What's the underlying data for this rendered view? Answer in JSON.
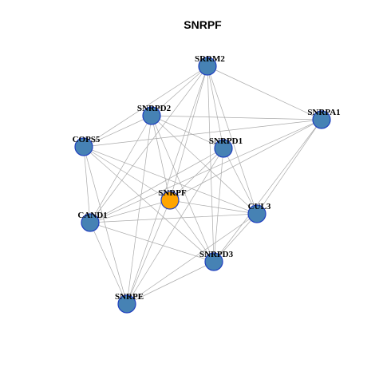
{
  "title": "SNRPF",
  "colors": {
    "node_default": "#4682b4",
    "node_highlight": "#ffa500",
    "node_border": "#1f3fbf",
    "edge": "#aaaaaa"
  },
  "nodes": [
    {
      "id": "SRRM2",
      "label": "SRRM2",
      "highlight": false
    },
    {
      "id": "SNRPD2",
      "label": "SNRPD2",
      "highlight": false
    },
    {
      "id": "SNRPA1",
      "label": "SNRPA1",
      "highlight": false
    },
    {
      "id": "COPS5",
      "label": "COPS5",
      "highlight": false
    },
    {
      "id": "SNRPD1",
      "label": "SNRPD1",
      "highlight": false
    },
    {
      "id": "SNRPF",
      "label": "SNRPF",
      "highlight": true
    },
    {
      "id": "CUL3",
      "label": "CUL3",
      "highlight": false
    },
    {
      "id": "CAND1",
      "label": "CAND1",
      "highlight": false
    },
    {
      "id": "SNRPD3",
      "label": "SNRPD3",
      "highlight": false
    },
    {
      "id": "SNRPE",
      "label": "SNRPE",
      "highlight": false
    }
  ],
  "edges": [
    [
      "SRRM2",
      "SNRPD2"
    ],
    [
      "SRRM2",
      "SNRPA1"
    ],
    [
      "SRRM2",
      "COPS5"
    ],
    [
      "SRRM2",
      "SNRPD1"
    ],
    [
      "SRRM2",
      "SNRPF"
    ],
    [
      "SRRM2",
      "CUL3"
    ],
    [
      "SRRM2",
      "CAND1"
    ],
    [
      "SRRM2",
      "SNRPD3"
    ],
    [
      "SRRM2",
      "SNRPE"
    ],
    [
      "SNRPD2",
      "COPS5"
    ],
    [
      "SNRPD2",
      "SNRPA1"
    ],
    [
      "SNRPD2",
      "SNRPD1"
    ],
    [
      "SNRPD2",
      "SNRPF"
    ],
    [
      "SNRPD2",
      "CUL3"
    ],
    [
      "SNRPD2",
      "CAND1"
    ],
    [
      "SNRPD2",
      "SNRPD3"
    ],
    [
      "SNRPD2",
      "SNRPE"
    ],
    [
      "SNRPA1",
      "COPS5"
    ],
    [
      "SNRPA1",
      "SNRPF"
    ],
    [
      "SNRPA1",
      "CUL3"
    ],
    [
      "SNRPA1",
      "SNRPD3"
    ],
    [
      "SNRPA1",
      "CAND1"
    ],
    [
      "COPS5",
      "SNRPF"
    ],
    [
      "COPS5",
      "CUL3"
    ],
    [
      "COPS5",
      "SNRPD3"
    ],
    [
      "COPS5",
      "CAND1"
    ],
    [
      "COPS5",
      "SNRPE"
    ],
    [
      "SNRPD1",
      "SNRPF"
    ],
    [
      "SNRPD1",
      "CUL3"
    ],
    [
      "SNRPD1",
      "SNRPD3"
    ],
    [
      "SNRPD1",
      "CAND1"
    ],
    [
      "SNRPD1",
      "SNRPE"
    ],
    [
      "SNRPF",
      "CUL3"
    ],
    [
      "SNRPF",
      "SNRPD3"
    ],
    [
      "SNRPF",
      "CAND1"
    ],
    [
      "SNRPF",
      "SNRPE"
    ],
    [
      "CUL3",
      "CAND1"
    ],
    [
      "CUL3",
      "SNRPD3"
    ],
    [
      "CUL3",
      "SNRPE"
    ],
    [
      "CAND1",
      "SNRPD3"
    ],
    [
      "CAND1",
      "SNRPE"
    ],
    [
      "SNRPD3",
      "SNRPE"
    ]
  ]
}
